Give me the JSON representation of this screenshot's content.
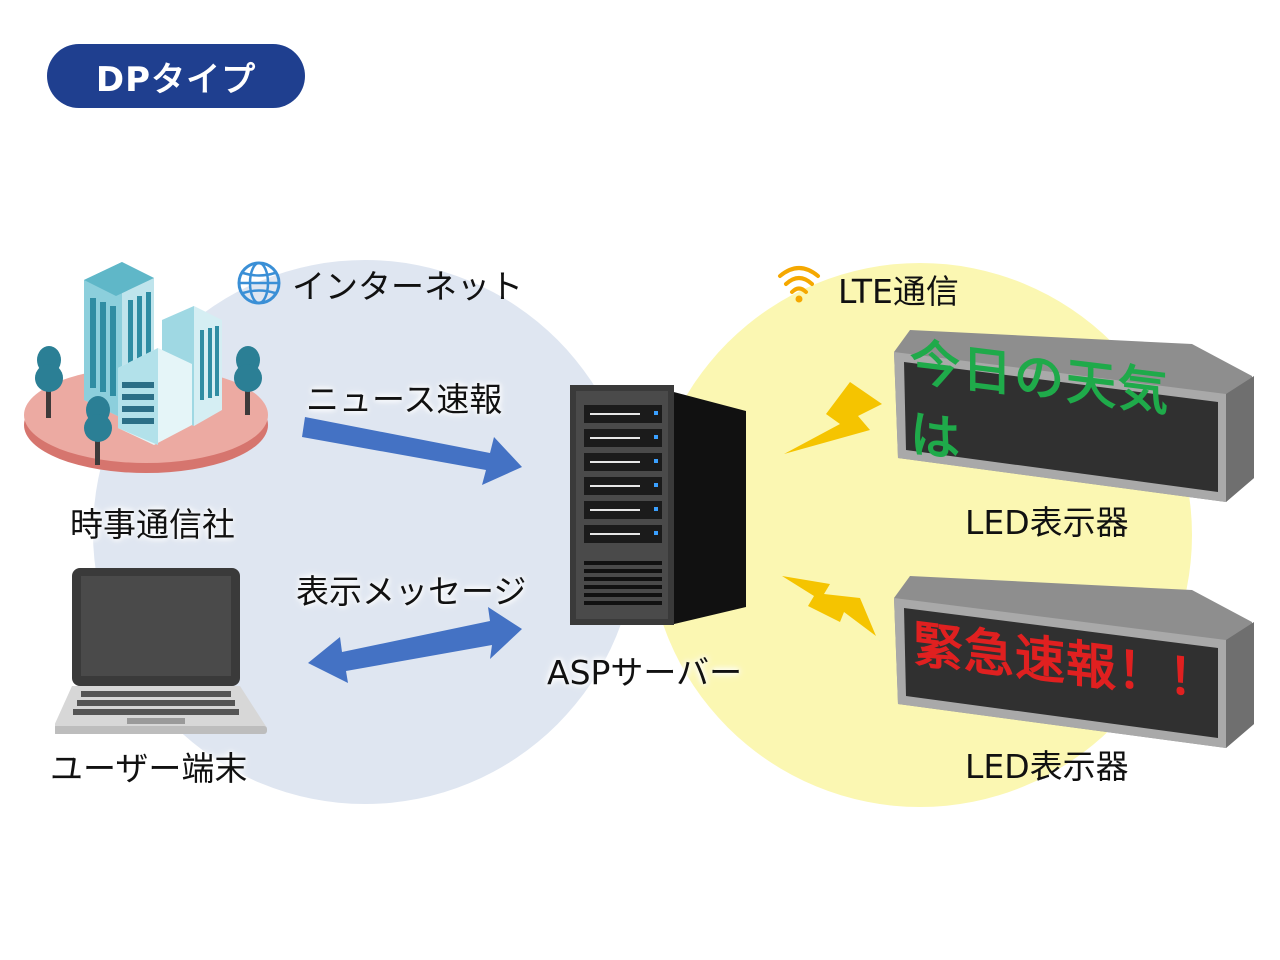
{
  "badge": {
    "label": "DPタイプ"
  },
  "networks": {
    "internet": {
      "label": "インターネット",
      "icon": "globe-icon",
      "color": "#dfe6f1"
    },
    "lte": {
      "label": "LTE通信",
      "icon": "wifi-icon",
      "color": "#fbf7b2"
    }
  },
  "nodes": {
    "news_agency": {
      "label": "時事通信社",
      "icon": "office-buildings-icon"
    },
    "user_terminal": {
      "label": "ユーザー端末",
      "icon": "laptop-icon"
    },
    "asp_server": {
      "label": "ASPサーバー",
      "icon": "server-icon"
    },
    "led_display_1": {
      "label": "LED表示器",
      "screen_text": "今日の天気は",
      "screen_color": "#1faa4a"
    },
    "led_display_2": {
      "label": "LED表示器",
      "screen_text": "緊急速報！！",
      "screen_color": "#e02020"
    }
  },
  "flows": {
    "news": {
      "label": "ニュース速報",
      "color": "#4472c4"
    },
    "message": {
      "label": "表示メッセージ",
      "color": "#4472c4"
    }
  },
  "signal": {
    "icon": "lightning-icon",
    "color": "#f5c400"
  }
}
